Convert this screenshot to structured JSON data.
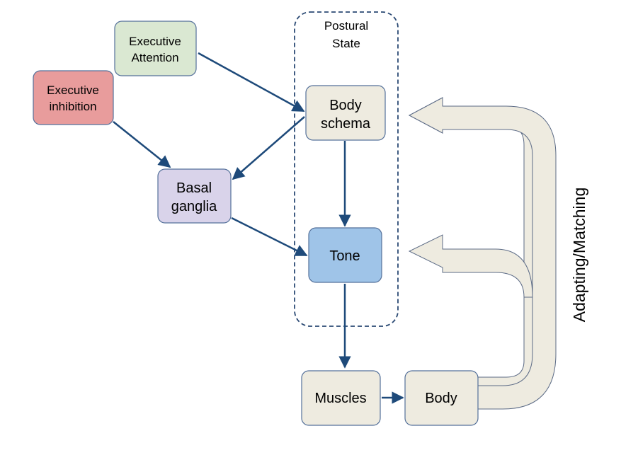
{
  "nodes": {
    "executive_attention": {
      "line1": "Executive",
      "line2": "Attention",
      "color": "#dae8d2"
    },
    "executive_inhibition": {
      "line1": "Executive",
      "line2": "inhibition",
      "color": "#e89c9c"
    },
    "basal_ganglia": {
      "line1": "Basal",
      "line2": "ganglia",
      "color": "#d9d3ea"
    },
    "body_schema": {
      "line1": "Body",
      "line2": "schema",
      "color": "#eeebe0"
    },
    "tone": {
      "label": "Tone",
      "color": "#9fc4e8"
    },
    "muscles": {
      "label": "Muscles",
      "color": "#eeebe0"
    },
    "body": {
      "label": "Body",
      "color": "#eeebe0"
    }
  },
  "group": {
    "postural_state": {
      "line1": "Postural",
      "line2": "State"
    }
  },
  "feedback": {
    "label": "Adapting/Matching",
    "color": "#eeebe0"
  },
  "colors": {
    "arrow": "#1e4a7a",
    "border": "#54709a"
  }
}
